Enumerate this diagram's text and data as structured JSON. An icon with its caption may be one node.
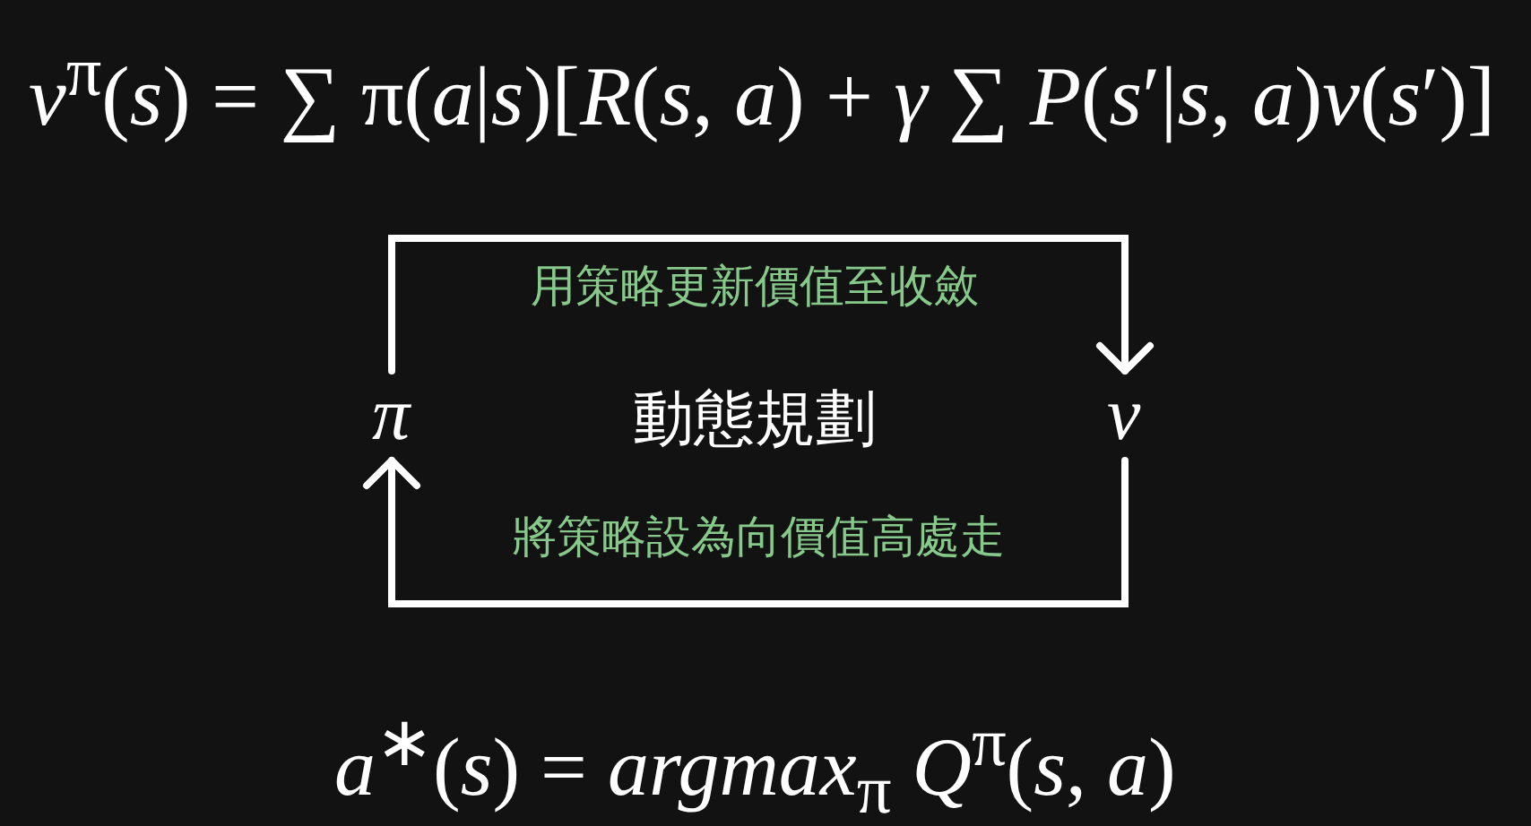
{
  "diagram": {
    "nodes": [
      {
        "text": [
          "π"
        ]
      },
      {
        "text": [
          "v"
        ]
      }
    ],
    "edges": [
      {
        "from": 0,
        "to": 1,
        "arrow": "to",
        "label": "用策略更新價值至收斂"
      },
      {
        "from": 1,
        "to": 0,
        "arrow": "to",
        "label": "將策略設為向價值高處走"
      }
    ],
    "labels": [
      "*v*$^{π}$(*s*) = ∑ π(*a*|*s*)[*R*(*s*, *a*) + *γ* ∑ *P*(*s*′|*s*, *a*)*v*(*s*′)]",
      "動態規劃",
      "*a*$^{∗}$(*s*) = *argmax*$_{π}$ *Q*$^{π}$(*s*, *a*)"
    ]
  }
}
